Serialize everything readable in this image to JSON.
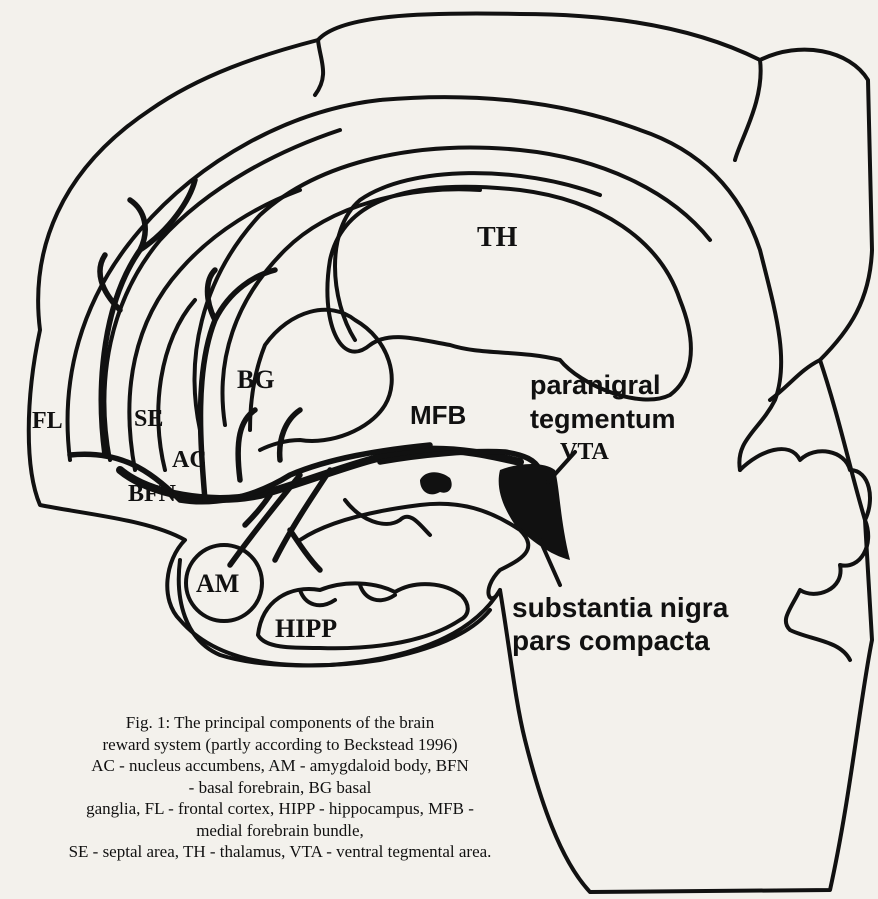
{
  "diagram": {
    "labels": {
      "th": "TH",
      "bg": "BG",
      "fl": "FL",
      "se": "SE",
      "ac": "AC",
      "bfn": "BFN",
      "mfb": "MFB",
      "am": "AM",
      "hipp": "HIPP",
      "paranigral": "paranigral",
      "tegmentum": "tegmentum",
      "vta": "VTA",
      "substantia": "substantia nigra",
      "pars": "pars compacta"
    }
  },
  "caption": {
    "lines": [
      "Fig. 1: The principal components of the brain",
      "reward system (partly according  to Beckstead 1996)",
      "AC - nucleus accumbens, AM - amygdaloid body, BFN",
      "- basal forebrain, BG basal",
      "ganglia, FL - frontal cortex, HIPP - hippocampus, MFB -",
      "medial forebrain bundle,",
      "SE - septal area, TH - thalamus, VTA - ventral tegmental area."
    ]
  }
}
